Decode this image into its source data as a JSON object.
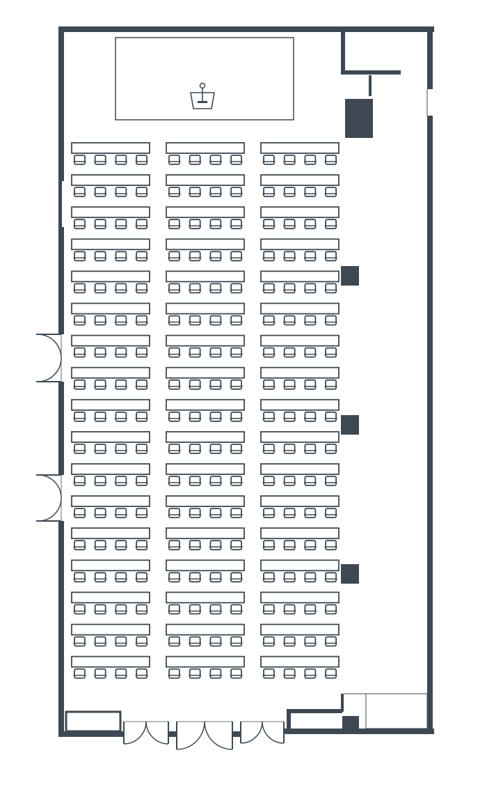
{
  "floor_plan": {
    "layout_style": "classroom",
    "ink_color": "#3d4852",
    "background_color": "#ffffff",
    "stage": {
      "icon": "lectern-with-microphone-icon"
    },
    "seating": {
      "columns": 3,
      "rows_per_column": 17,
      "chairs_per_table": 4,
      "total_tables": 51,
      "total_chairs": 204
    },
    "pillars": {
      "count": 5
    },
    "doors": {
      "left_wall_double_doors": 2,
      "bottom_wall_double_doors": 3
    }
  }
}
